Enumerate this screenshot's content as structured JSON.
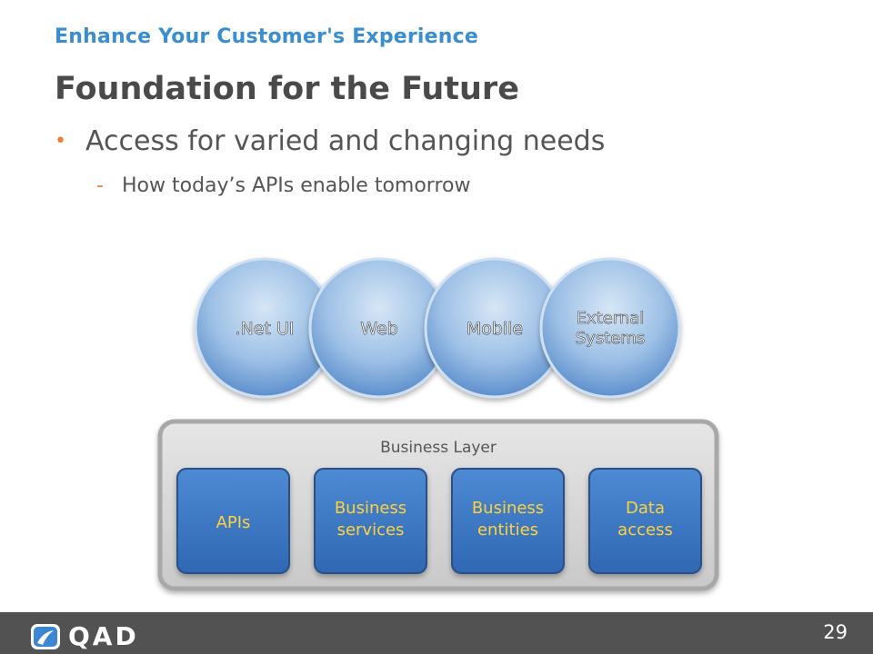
{
  "slide": {
    "subtitle": "Enhance Your Customer's Experience",
    "title": "Foundation for the Future",
    "bullet": "Access for varied and changing needs",
    "sub_bullet": "How today’s APIs enable tomorrow",
    "bullet_marker": "•",
    "sub_bullet_marker": "-",
    "page_number": "29"
  },
  "diagram": {
    "clients": [
      ".Net UI",
      "Web",
      "Mobile",
      "External Systems"
    ],
    "business_layer": {
      "label": "Business Layer",
      "components": [
        "APIs",
        "Business services",
        "Business entities",
        "Data access"
      ]
    }
  },
  "footer": {
    "logo_text": "QAD",
    "logo_icon": "qad-logo-icon"
  },
  "colors": {
    "accent_blue": "#3a8ed0",
    "bullet_orange": "#f07d34",
    "footer_gray": "#525252",
    "component_blue": "#3b7ac6",
    "component_text": "#ffd23a"
  }
}
